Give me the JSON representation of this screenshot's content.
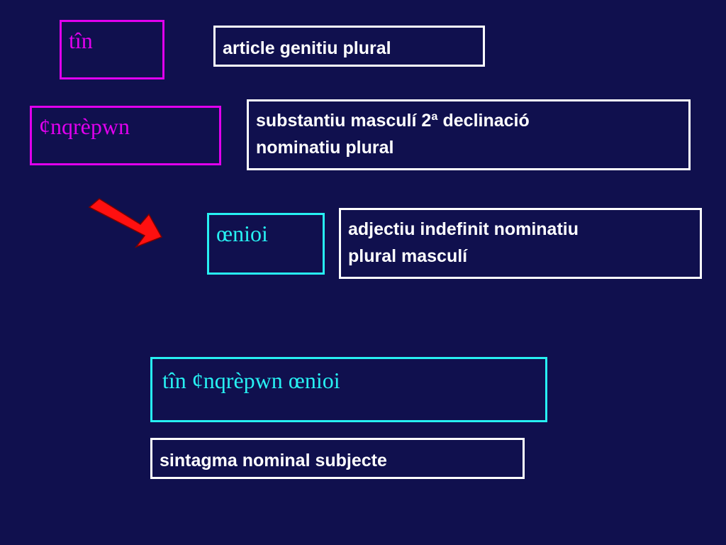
{
  "words": {
    "article": "tîn",
    "noun": "¢nqrèpwn",
    "adjective": "œnioi"
  },
  "analyses": {
    "article": "article  genitiu  plural",
    "noun_line1": "substantiu  masculí  2ª  declinació",
    "noun_line2": "nominatiu  plural",
    "adjective_line1": "adjectiu  indefinit  nominatiu",
    "adjective_line2": "plural  masculí"
  },
  "phrase": "tîn  ¢nqrèpwn  œnioi",
  "phrase_label": "sintagma  nominal  subjecte",
  "colors": {
    "background": "#10104e",
    "magenta": "#e000ee",
    "cyan": "#27f0f2",
    "white": "#ffffff",
    "arrow": "#ff1010"
  },
  "icons": {
    "pointer": "red-arrow-icon"
  }
}
